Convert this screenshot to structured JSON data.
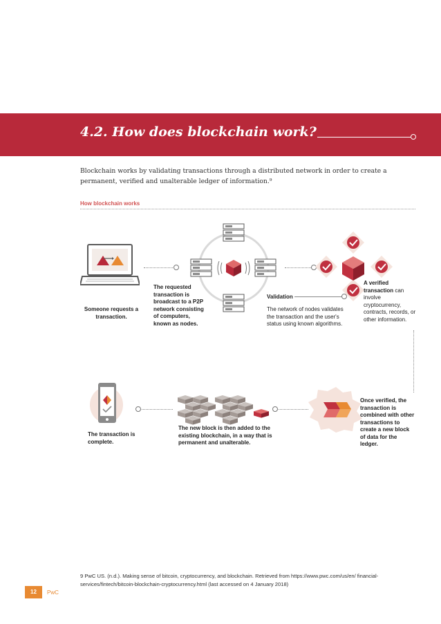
{
  "header": {
    "title": "4.2. How does blockchain work?"
  },
  "intro": "Blockchain works by validating transactions through a distributed network in order to create a permanent, verified and unalterable ledger of information.⁹",
  "section_label": "How blockchain works",
  "steps": {
    "request": "Someone requests a transaction.",
    "broadcast": "The requested transaction is broadcast to a P2P network consisting of computers, known as nodes.",
    "validation_title": "Validation",
    "validation_body": "The network of nodes validates the transaction and the user's status using known algorithms.",
    "verified_bold": "A verified transaction",
    "verified_rest": "can involve cryptocurrency, contracts, records, or other information.",
    "combined": "Once verified, the transaction is combined with other transactions to create a new block of data for the ledger.",
    "added": "The new block is then added to the existing blockchain, in a way that is permanent and unalterable.",
    "complete": "The transaction is complete."
  },
  "footnote": "9 PwC US. (n.d.). Making sense of bitcoin, cryptocurrency, and blockchain. Retrieved from https://www.pwc.com/us/en/ financial-services/fintech/bitcoin-blockchain-cryptocurrency.html (last accessed on 4 January 2018)",
  "footer": {
    "page_number": "12",
    "brand": "PwC"
  },
  "icons": [
    "laptop-icon",
    "server-icon",
    "cube-icon",
    "check-badge-icon",
    "blocks-stack-icon",
    "smartphone-icon"
  ],
  "colors": {
    "banner": "#b8293a",
    "accent_orange": "#e88a32",
    "accent_red": "#c0303f",
    "section_label": "#d25353"
  }
}
